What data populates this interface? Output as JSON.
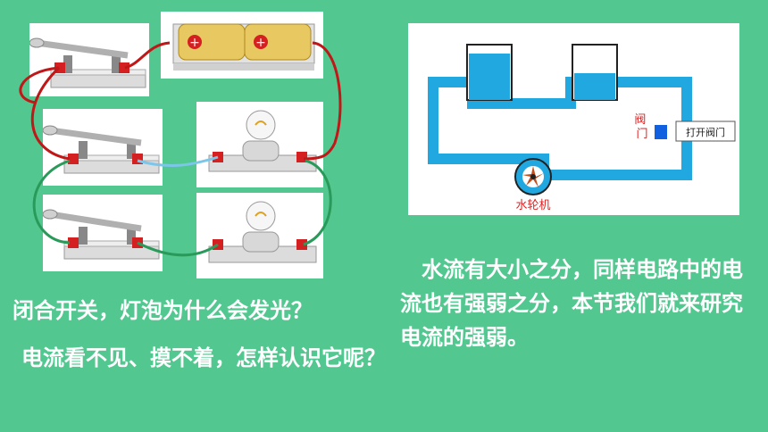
{
  "slide": {
    "question_1": "闭合开关，灯泡为什么会发光？",
    "question_2": "电流看不见、摸不着，怎样认识它呢？",
    "paragraph": "　水流有大小之分，同样电路中的电流也有强弱之分，本节我们就来研究电流的强弱。"
  },
  "water_diagram": {
    "valve_label": "阀门",
    "valve_callout": "打开阀门",
    "turbine_label": "水轮机",
    "colors": {
      "water": "#22a8e0",
      "valve": "#1060e0",
      "valve_text": "#e02020"
    }
  },
  "circuit": {
    "colors": {
      "red_wire": "#c01818",
      "green_wire": "#2a9a5a",
      "blue_wire": "#7cc6ea",
      "terminal": "#d42020"
    },
    "icons": [
      "knife-switch-icon",
      "battery-icon",
      "light-bulb-icon"
    ]
  }
}
